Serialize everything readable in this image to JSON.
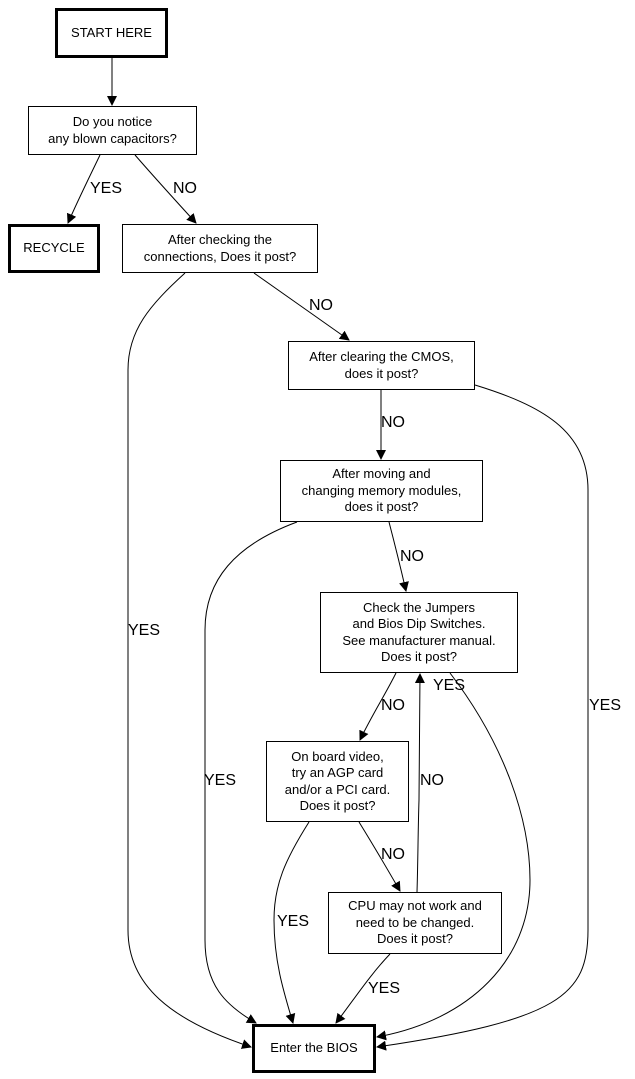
{
  "diagram": {
    "type": "flowchart",
    "nodes": [
      {
        "id": "start",
        "label": "START HERE",
        "style": "terminal"
      },
      {
        "id": "capacitors",
        "label": "Do you notice\nany blown capacitors?",
        "style": "decision"
      },
      {
        "id": "recycle",
        "label": "RECYCLE",
        "style": "terminal"
      },
      {
        "id": "connections",
        "label": "After checking the\nconnections, Does it post?",
        "style": "decision"
      },
      {
        "id": "cmos",
        "label": "After clearing the CMOS,\ndoes it post?",
        "style": "decision"
      },
      {
        "id": "memory",
        "label": "After moving and\nchanging memory modules,\ndoes it post?",
        "style": "decision"
      },
      {
        "id": "jumpers",
        "label": "Check the Jumpers\nand Bios Dip Switches.\nSee manufacturer manual.\nDoes it post?",
        "style": "decision"
      },
      {
        "id": "video",
        "label": "On board video,\ntry an AGP card\nand/or a PCI card.\nDoes it post?",
        "style": "decision"
      },
      {
        "id": "cpu",
        "label": "CPU may not work and\nneed to be changed.\nDoes it post?",
        "style": "decision"
      },
      {
        "id": "bios",
        "label": "Enter the BIOS",
        "style": "terminal"
      }
    ],
    "edges": [
      {
        "from": "start",
        "to": "capacitors",
        "label": ""
      },
      {
        "from": "capacitors",
        "to": "recycle",
        "label": "YES"
      },
      {
        "from": "capacitors",
        "to": "connections",
        "label": "NO"
      },
      {
        "from": "connections",
        "to": "cmos",
        "label": "NO"
      },
      {
        "from": "connections",
        "to": "bios",
        "label": "YES"
      },
      {
        "from": "cmos",
        "to": "memory",
        "label": "NO"
      },
      {
        "from": "cmos",
        "to": "bios",
        "label": "YES"
      },
      {
        "from": "memory",
        "to": "jumpers",
        "label": "NO"
      },
      {
        "from": "memory",
        "to": "bios",
        "label": "YES"
      },
      {
        "from": "jumpers",
        "to": "video",
        "label": "NO"
      },
      {
        "from": "jumpers",
        "to": "bios",
        "label": "YES"
      },
      {
        "from": "video",
        "to": "cpu",
        "label": "NO"
      },
      {
        "from": "video",
        "to": "bios",
        "label": "YES"
      },
      {
        "from": "cpu",
        "to": "jumpers",
        "label": "NO"
      },
      {
        "from": "cpu",
        "to": "bios",
        "label": "YES"
      }
    ]
  }
}
